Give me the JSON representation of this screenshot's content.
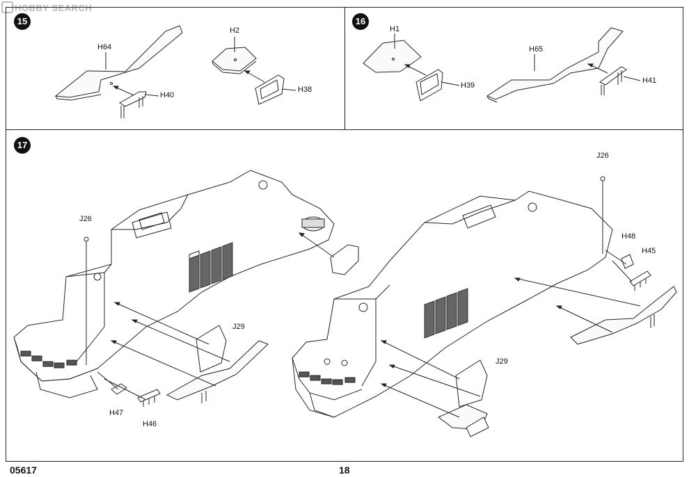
{
  "watermark": "HOBBY SEARCH",
  "steps": {
    "s15": "15",
    "s16": "16",
    "s17": "17"
  },
  "labels": {
    "h64": "H64",
    "h40": "H40",
    "h2": "H2",
    "h38": "H38",
    "h1": "H1",
    "h39": "H39",
    "h65": "H65",
    "h41": "H41",
    "j26_left": "J26",
    "j29_left": "J29",
    "h47": "H47",
    "h46": "H46",
    "j26_right": "J26",
    "h48": "H48",
    "h45": "H45",
    "j29_right": "J29"
  },
  "footer": {
    "code": "05617",
    "page": "18"
  }
}
